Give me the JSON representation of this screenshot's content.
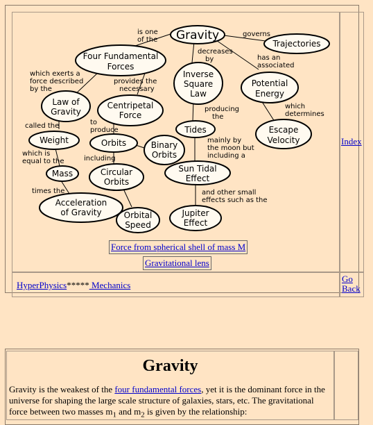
{
  "concept_map": {
    "nodes": {
      "gravity": "Gravity",
      "four_forces_1": "Four Fundamental",
      "four_forces_2": "Forces",
      "trajectories": "Trajectories",
      "inverse_1": "Inverse",
      "inverse_2": "Square",
      "inverse_3": "Law",
      "potential_1": "Potential",
      "potential_2": "Energy",
      "law_1": "Law of",
      "law_2": "Gravity",
      "centripetal_1": "Centripetal",
      "centripetal_2": "Force",
      "tides": "Tides",
      "escape_1": "Escape",
      "escape_2": "Velocity",
      "weight": "Weight",
      "orbits": "Orbits",
      "binary_1": "Binary",
      "binary_2": "Orbits",
      "mass": "Mass",
      "circular_1": "Circular",
      "circular_2": "Orbits",
      "sun_tidal_1": "Sun Tidal",
      "sun_tidal_2": "Effect",
      "accel_1": "Acceleration",
      "accel_2": "of Gravity",
      "orbital_1": "Orbital",
      "orbital_2": "Speed",
      "jupiter_1": "Jupiter",
      "jupiter_2": "Effect"
    },
    "edges": {
      "is_one_of_1": "is one",
      "is_one_of_2": "of the",
      "governs": "governs",
      "decreases_1": "decreases",
      "decreases_2": "by",
      "has_assoc_1": "has an",
      "has_assoc_2": "associated",
      "which_exerts_1": "which exerts a",
      "which_exerts_2": "force described",
      "which_exerts_3": "by the",
      "provides_1": "provides the",
      "provides_2": "necessary",
      "producing_1": "producing",
      "producing_2": "the",
      "determines_1": "which",
      "determines_2": "determines",
      "called_the": "called the",
      "to_produce_1": "to",
      "to_produce_2": "produce",
      "mainly_1": "mainly by",
      "mainly_2": "the moon but",
      "mainly_3": "including a",
      "which_is_1": "which is",
      "which_is_2": "equal to the",
      "including": "including",
      "times_the": "times the",
      "and_other_1": "and other small",
      "and_other_2": "effects such as the"
    }
  },
  "links": {
    "shell": "Force from spherical shell of mass M",
    "lens": "Gravitational lens",
    "index": "Index",
    "hyperphysics": "HyperPhysics",
    "stars": "*****",
    "mechanics": " Mechanics",
    "go": "Go",
    "back": "Back"
  },
  "article": {
    "title": "Gravity",
    "p_before": "Gravity is the weakest of the ",
    "p_link": "four fundamental forces",
    "p_after_1": ", yet it is the dominant force in the universe for shaping the large scale structure of galaxies, stars, etc. The gravitational force between two masses m",
    "sub1": "1",
    "p_and": " and m",
    "sub2": "2",
    "p_end": " is given by the relationship:"
  }
}
